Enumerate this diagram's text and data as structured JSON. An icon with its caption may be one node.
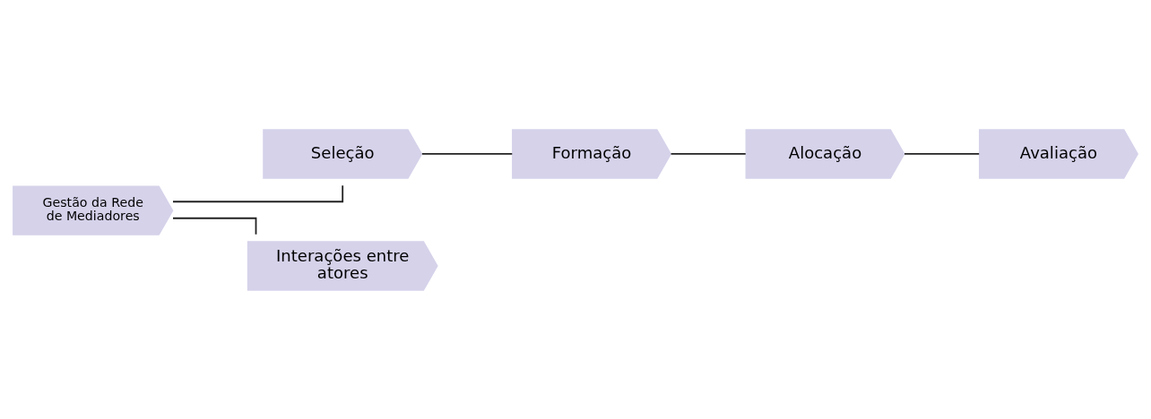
{
  "diagram": {
    "nodes": [
      {
        "text": [
          "Gestão da Rede de Mediadores"
        ]
      },
      {
        "text": [
          "Seleção"
        ]
      },
      {
        "text": [
          "Formação"
        ]
      },
      {
        "text": [
          "Alocação"
        ]
      },
      {
        "text": [
          "Avaliação"
        ]
      },
      {
        "text": [
          "Interações entre atores"
        ]
      }
    ],
    "edges": [
      {
        "from": 0,
        "to": 1,
        "arrow": "none"
      },
      {
        "from": 1,
        "to": 2,
        "arrow": "none"
      },
      {
        "from": 2,
        "to": 3,
        "arrow": "none"
      },
      {
        "from": 3,
        "to": 4,
        "arrow": "none"
      },
      {
        "from": 0,
        "to": 5,
        "arrow": "none"
      }
    ]
  }
}
